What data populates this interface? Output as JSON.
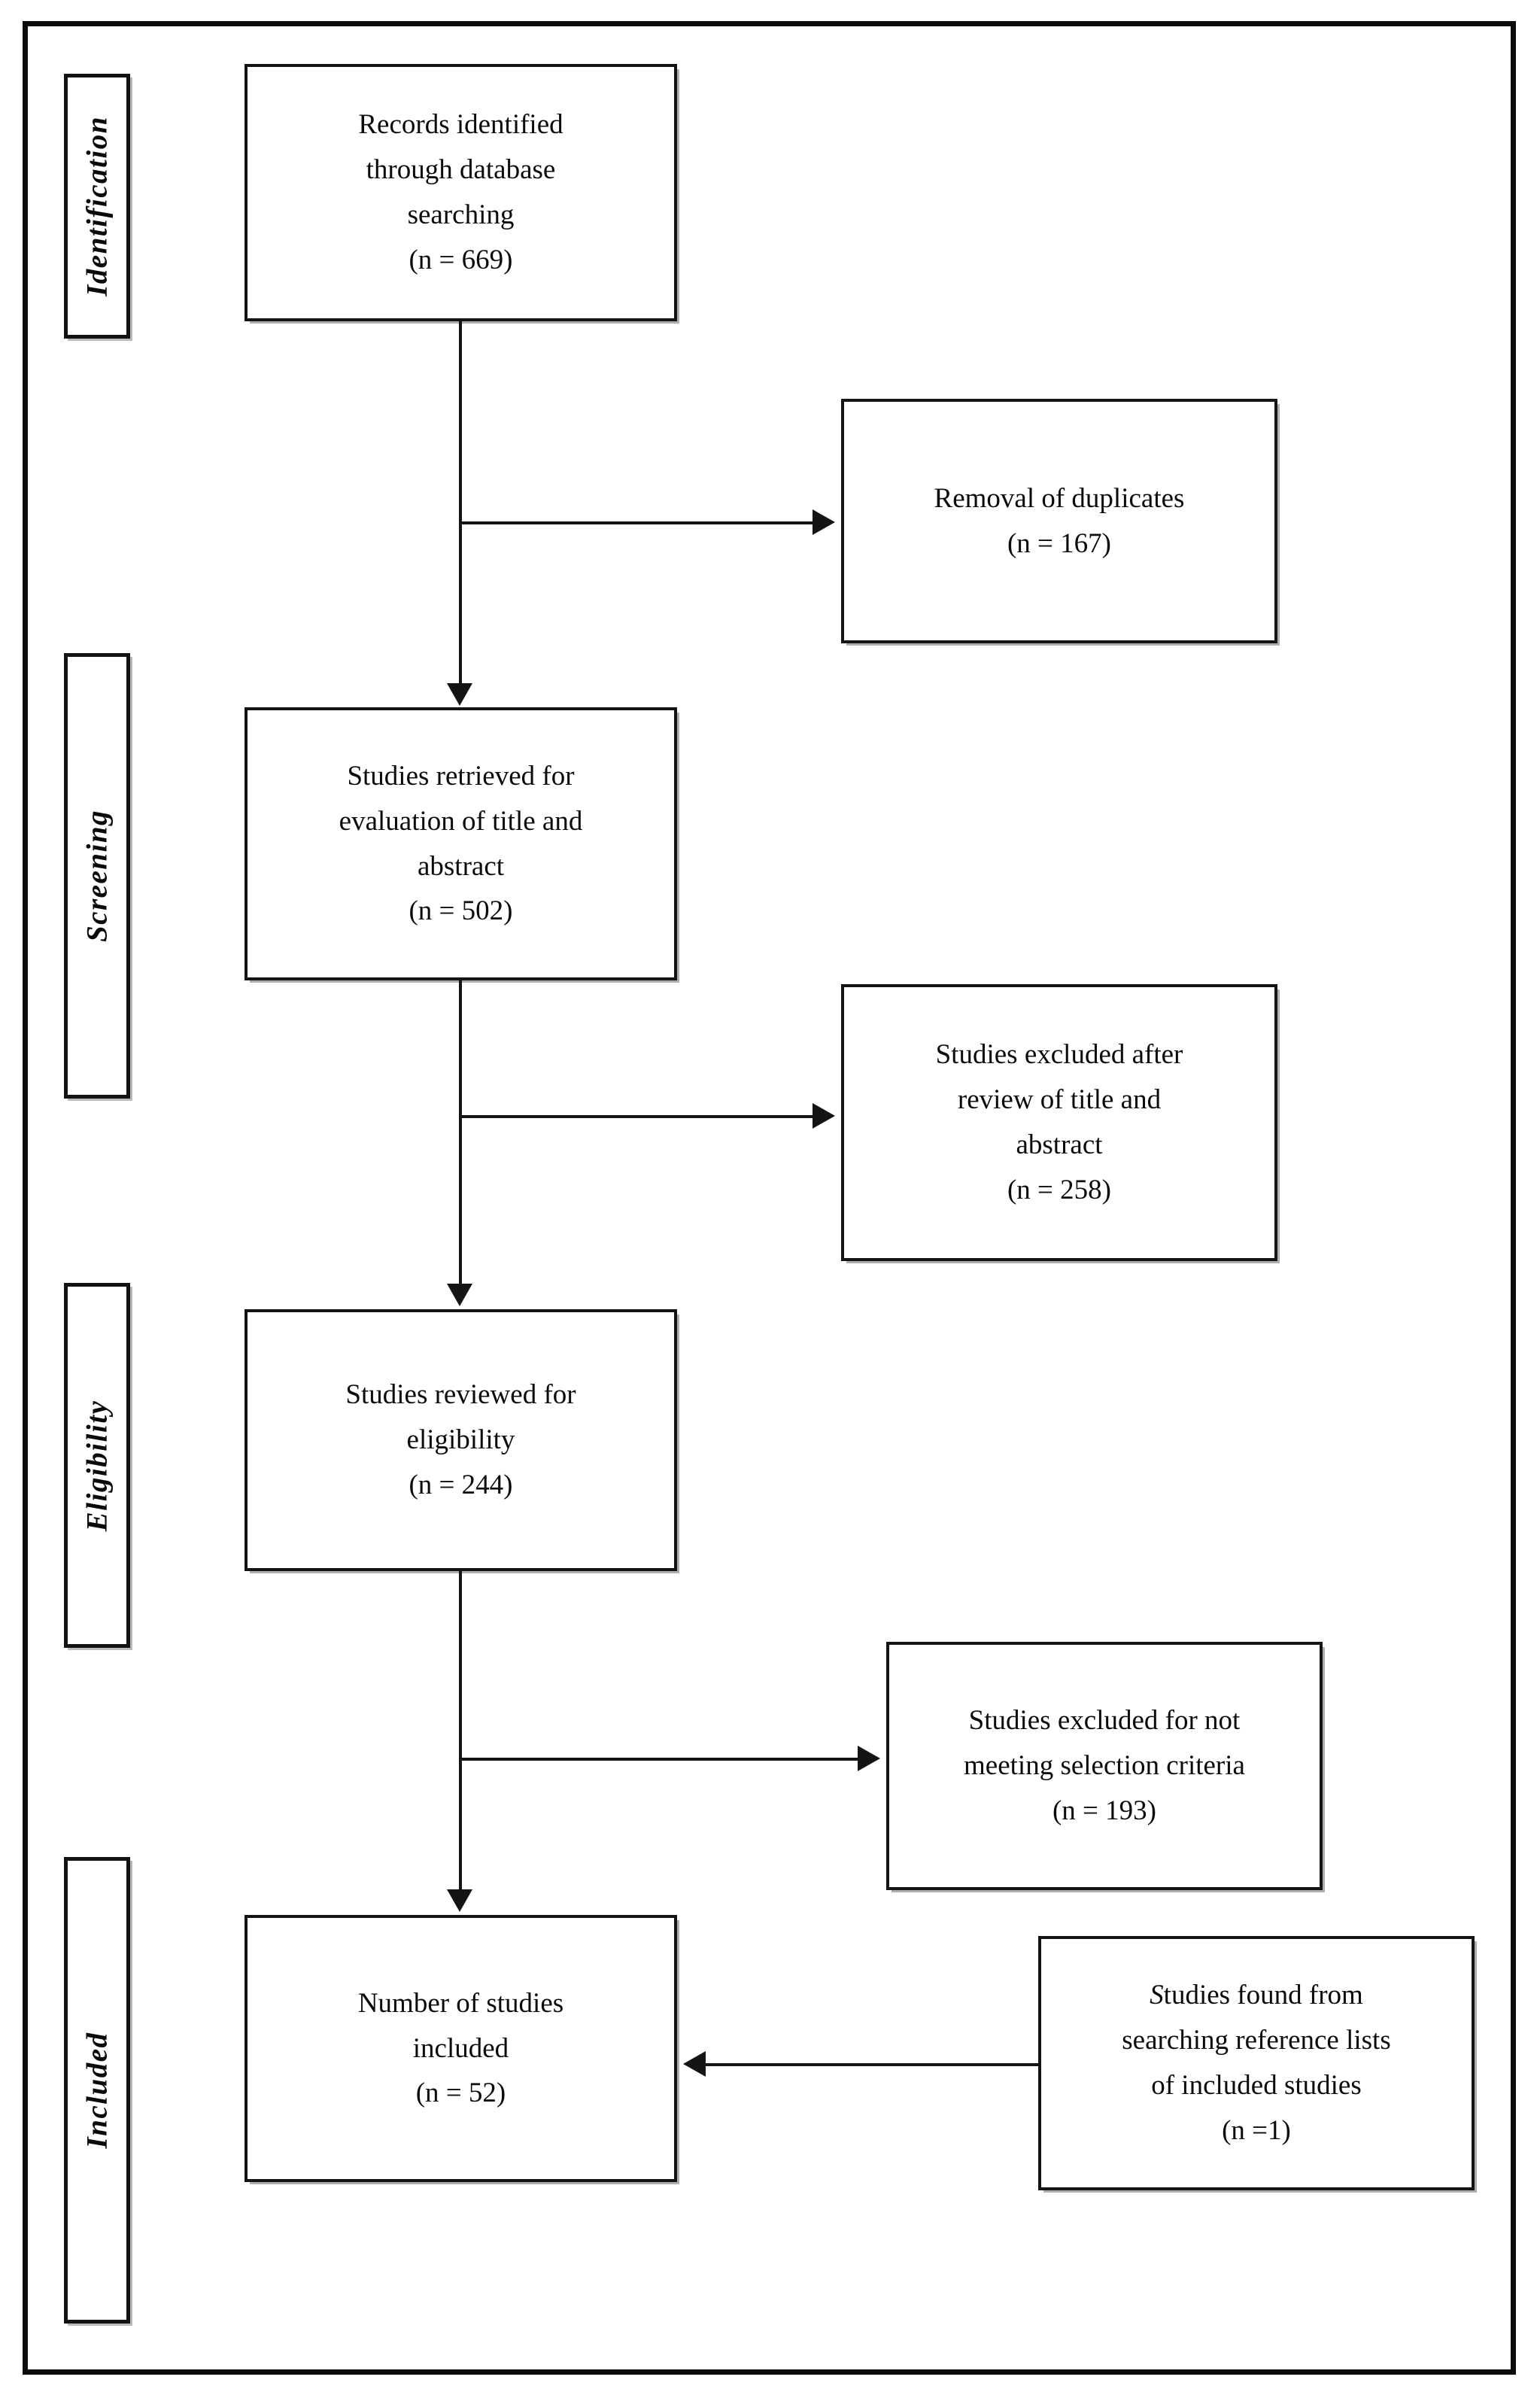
{
  "diagram": {
    "type": "prisma-flow-diagram",
    "stages": [
      {
        "id": "identification",
        "label": "Identification"
      },
      {
        "id": "screening",
        "label": "Screening"
      },
      {
        "id": "eligibility",
        "label": "Eligibility"
      },
      {
        "id": "included",
        "label": "Included"
      }
    ],
    "main_boxes": [
      {
        "id": "records-identified",
        "text": "Records identified\nthrough database\nsearching\n(n = 669)",
        "n": 669
      },
      {
        "id": "studies-retrieved",
        "text": "Studies retrieved for\nevaluation of title and\nabstract\n(n = 502)",
        "n": 502
      },
      {
        "id": "studies-reviewed",
        "text": "Studies reviewed for\neligibility\n(n = 244)",
        "n": 244
      },
      {
        "id": "studies-included",
        "text": "Number of studies\nincluded\n(n = 52)",
        "n": 52
      }
    ],
    "side_boxes": [
      {
        "id": "removal-duplicates",
        "text": "Removal of duplicates\n(n = 167)",
        "n": 167
      },
      {
        "id": "excluded-title-abstract",
        "text": "Studies excluded after\nreview of title and\nabstract\n(n = 258)",
        "n": 258
      },
      {
        "id": "excluded-selection-criteria",
        "text": "Studies excluded for not\nmeeting selection criteria\n(n = 193)",
        "n": 193
      },
      {
        "id": "studies-from-references",
        "text": "Studies found from\nsearching reference lists\nof included studies\n(n =1)",
        "n": 1
      }
    ],
    "colors": {
      "line": "#141414",
      "frame": "#0c0c0c",
      "text": "#0b0b0b",
      "background": "#ffffff"
    }
  }
}
